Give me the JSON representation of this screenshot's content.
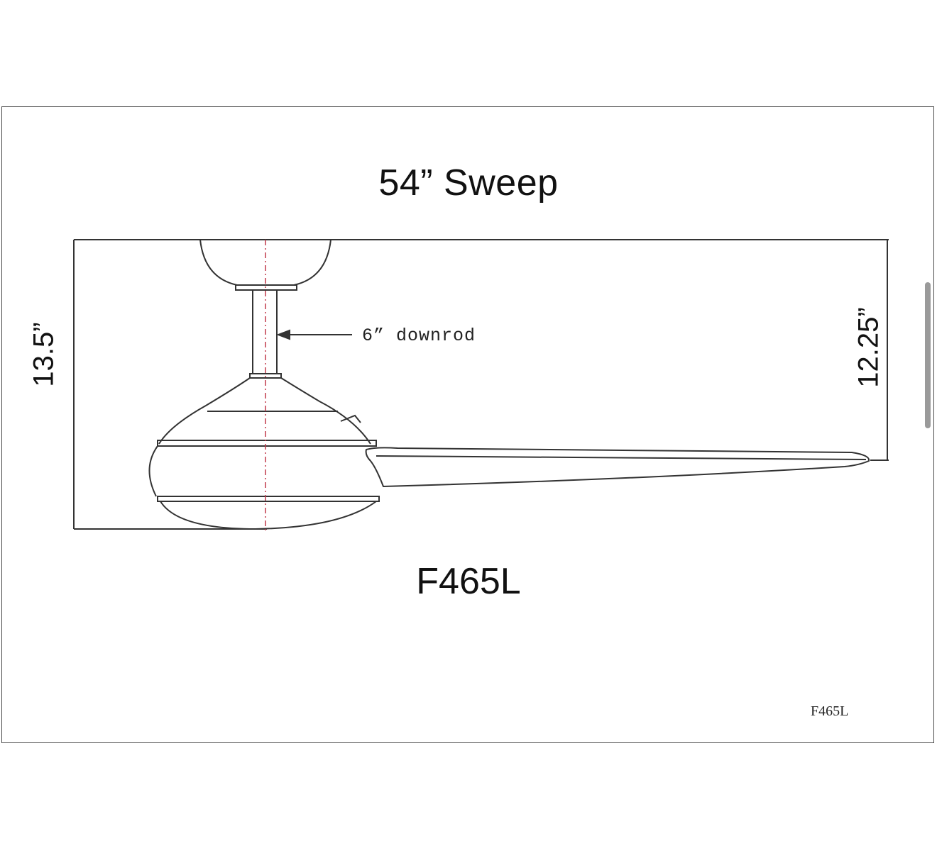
{
  "title": "54” Sweep",
  "height_dimension": "13.5”",
  "blade_drop_dimension": "12.25”",
  "downrod_label": "6”  downrod",
  "model_large": "F465L",
  "model_small": "F465L"
}
